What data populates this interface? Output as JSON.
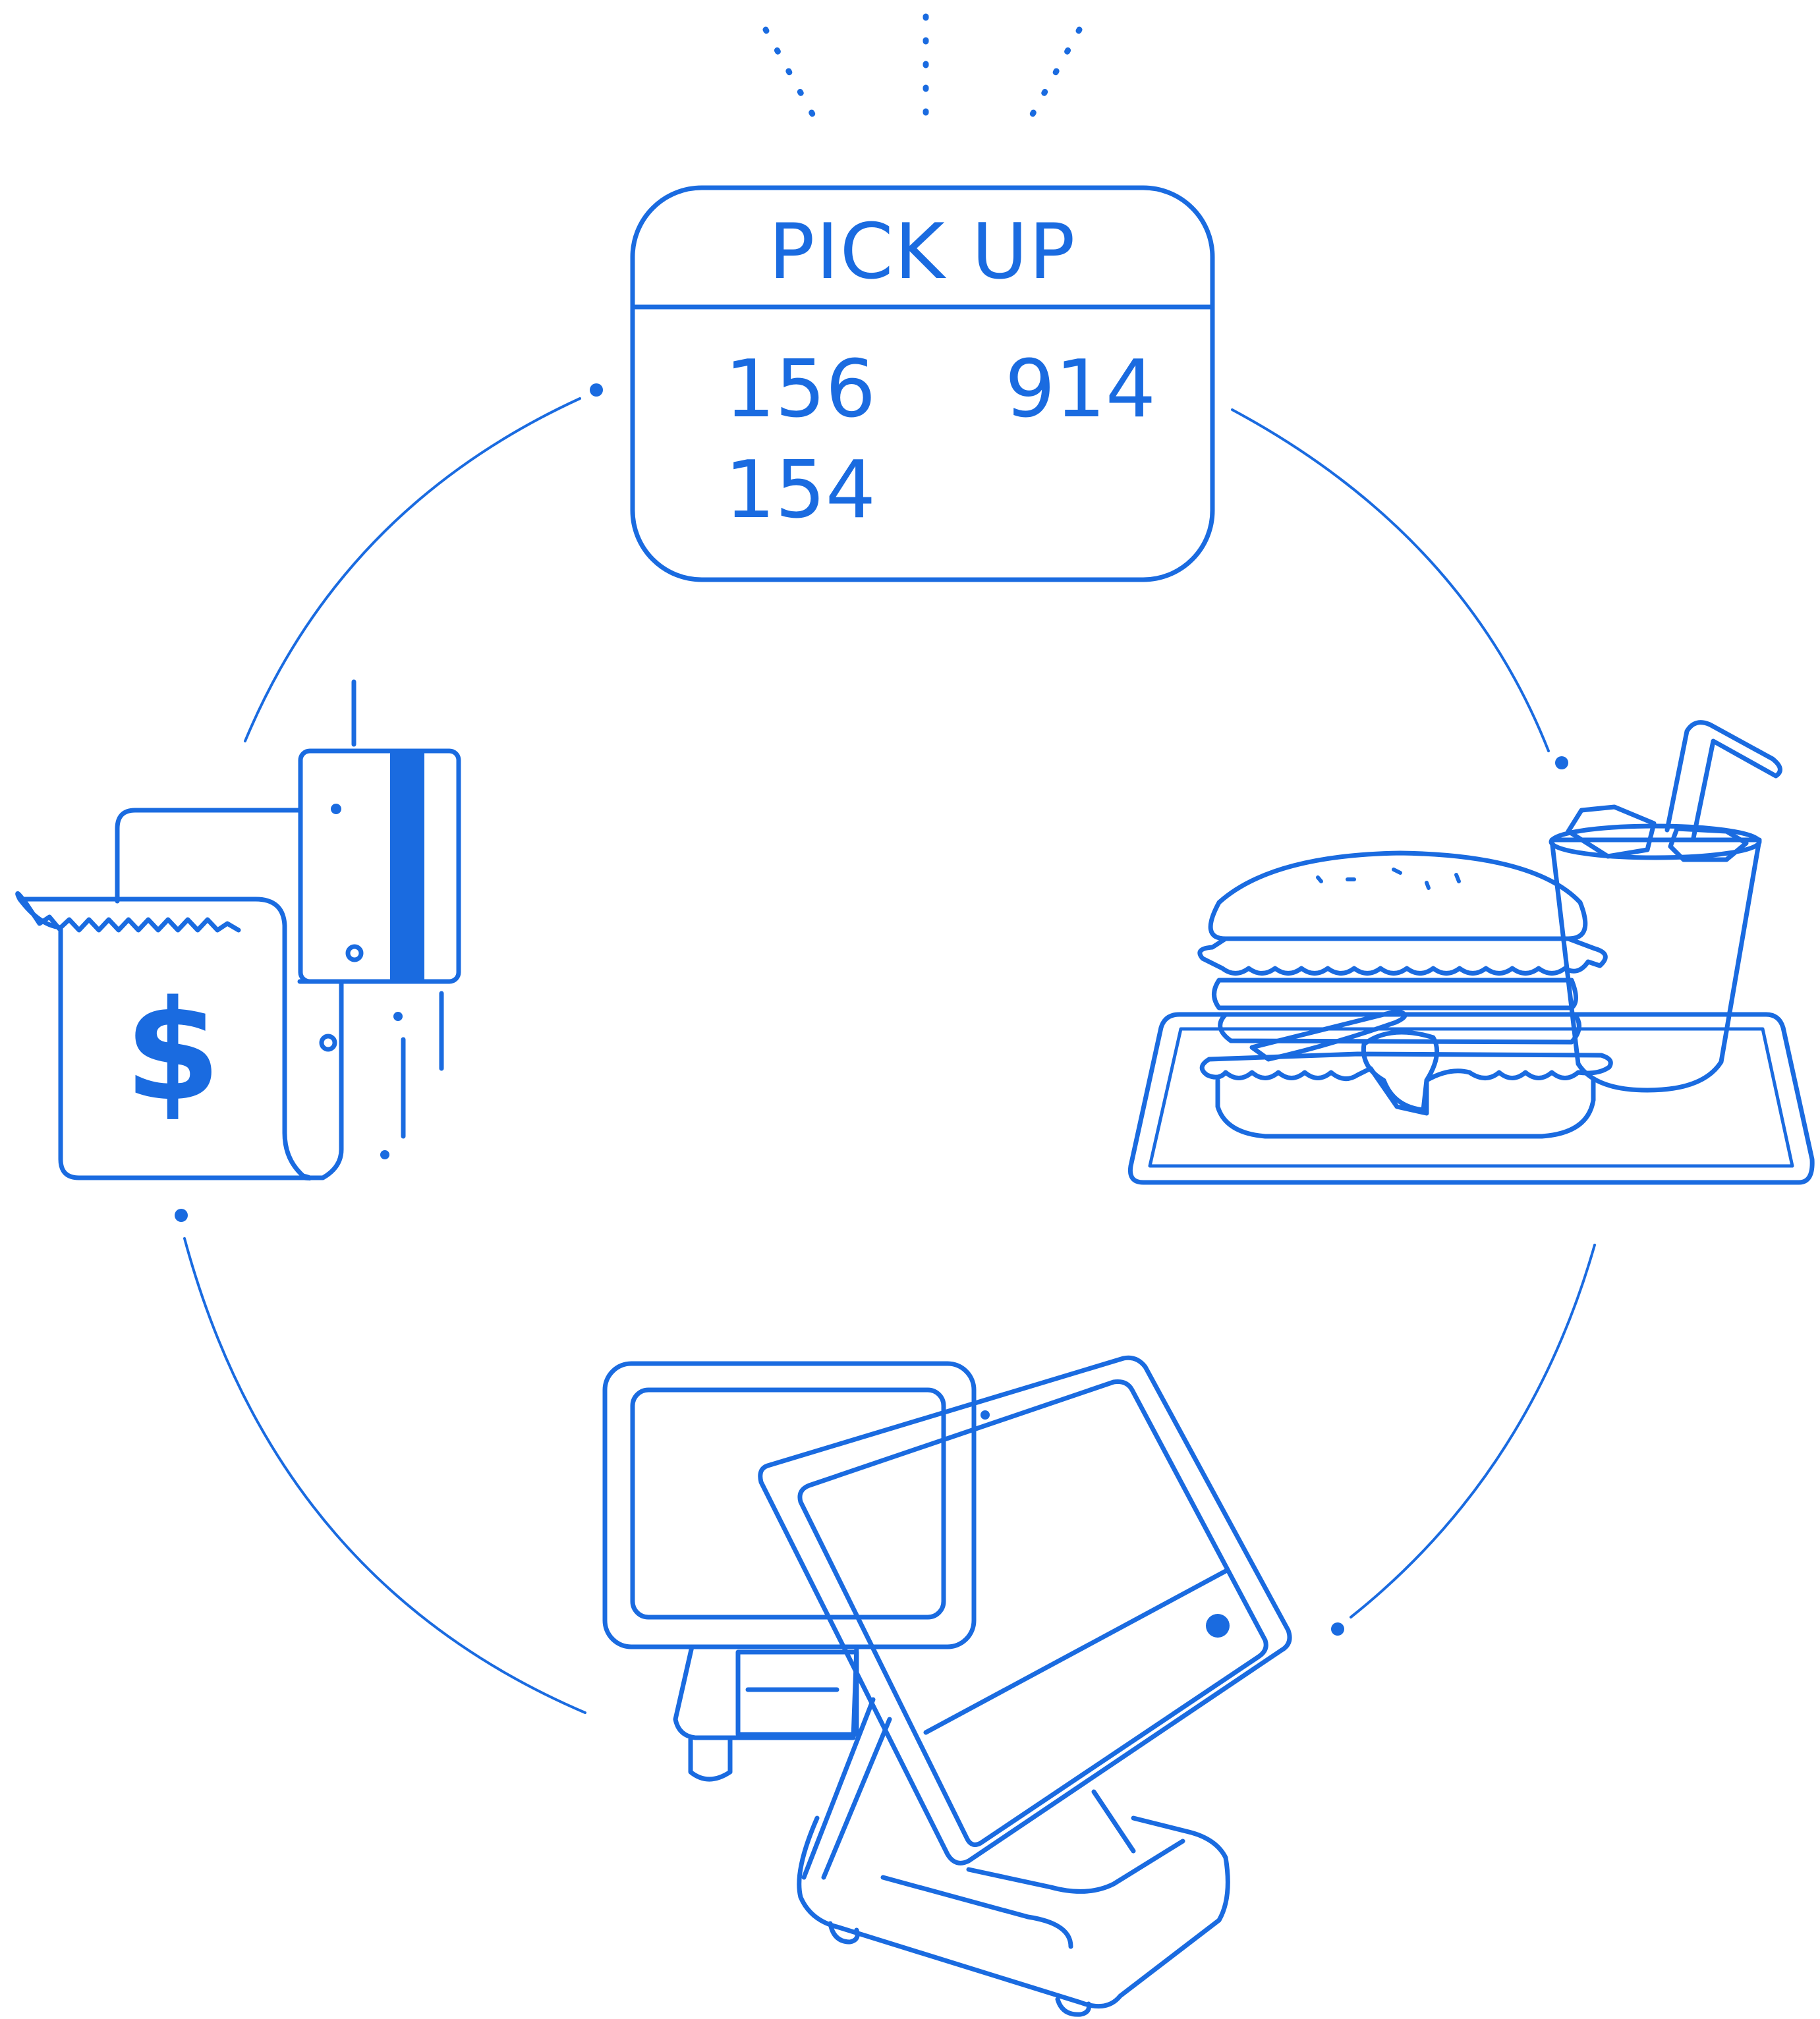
{
  "colors": {
    "accent": "#1a6be0",
    "background": "#ffffff"
  },
  "pickup_board": {
    "title": "PICK UP",
    "numbers": [
      "156",
      "914",
      "154"
    ]
  },
  "payment": {
    "currency_symbol": "$",
    "icons": [
      "receipt-icon",
      "credit-card-icon"
    ]
  },
  "meal": {
    "icons": [
      "burger-icon",
      "drink-cup-icon",
      "tray-icon"
    ]
  },
  "pos_terminal": {
    "icons": [
      "kitchen-display-icon",
      "pos-tablet-icon"
    ]
  }
}
